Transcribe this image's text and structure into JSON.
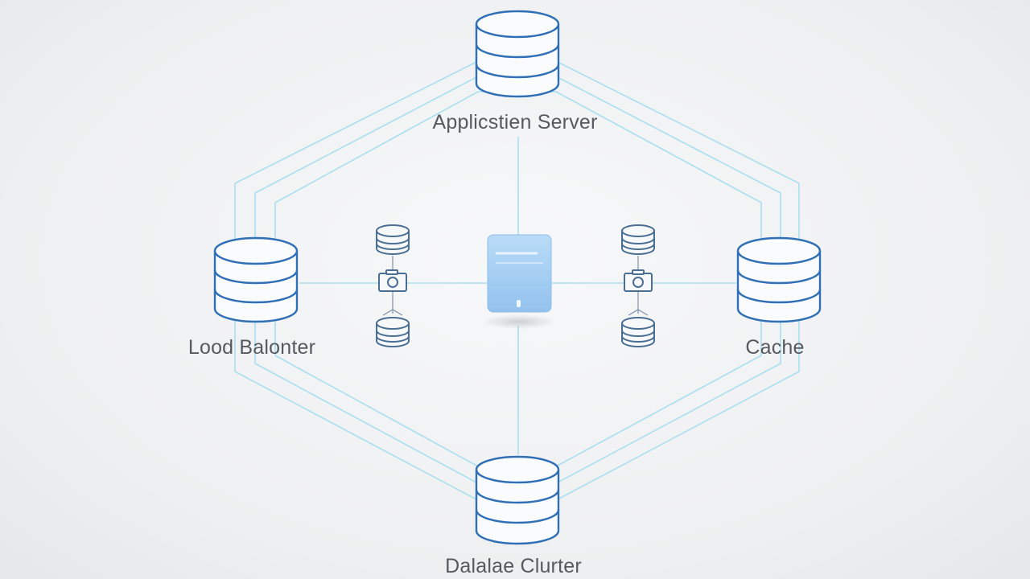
{
  "diagram": {
    "nodes": [
      {
        "id": "app",
        "label": "Applicstien Server",
        "icon": "database-icon"
      },
      {
        "id": "lb",
        "label": "Lood Balonter",
        "icon": "database-icon"
      },
      {
        "id": "cache",
        "label": "Cache",
        "icon": "database-icon"
      },
      {
        "id": "db",
        "label": "Dalalae Clurter",
        "icon": "database-icon"
      }
    ],
    "center_icon": "server-icon",
    "side_chains": [
      {
        "id": "left-chain",
        "icons": [
          "database-icon",
          "camera-icon",
          "database-icon"
        ]
      },
      {
        "id": "right-chain",
        "icons": [
          "database-icon",
          "camera-icon",
          "database-icon"
        ]
      }
    ],
    "colors": {
      "icon_stroke": "#2f6fb5",
      "connector": "#a9def0",
      "server_fill": "#a9d1f3",
      "label": "#555a60"
    }
  }
}
